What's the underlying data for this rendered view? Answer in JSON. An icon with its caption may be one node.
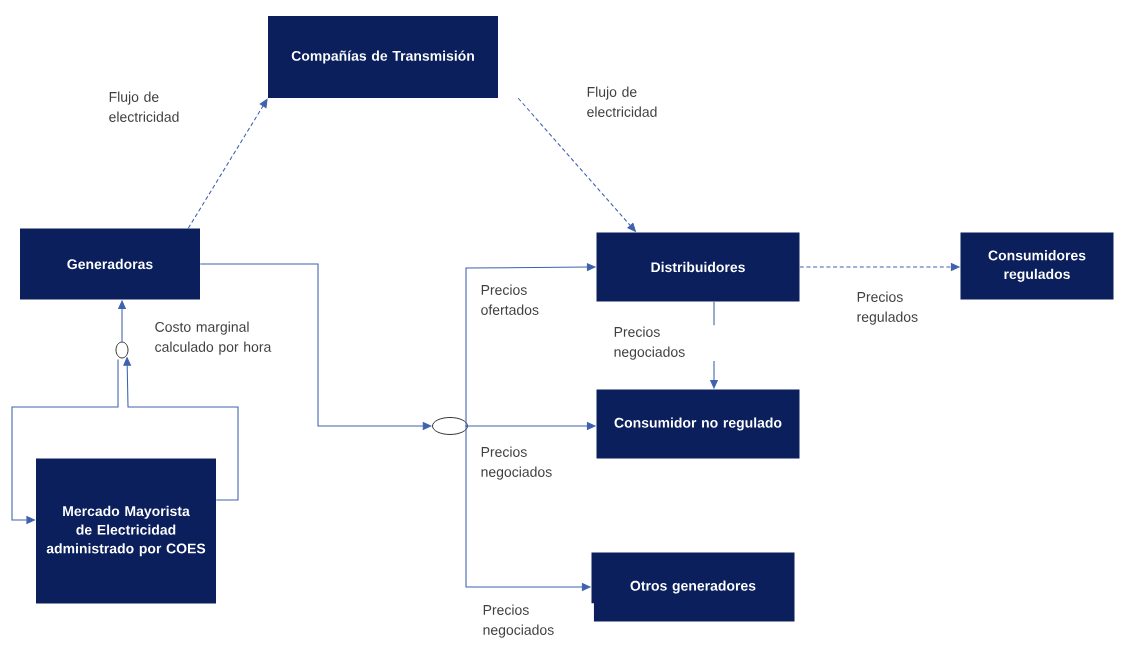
{
  "diagram": {
    "nodes": [
      {
        "text": [
          "Compañías de Transmisión"
        ]
      },
      {
        "text": [
          "Generadoras"
        ]
      },
      {
        "text": [
          "Distribuidores"
        ]
      },
      {
        "text": [
          "Consumidores regulados"
        ]
      },
      {
        "text": [
          "Mercado Mayorista de Electricidad administrado por COES"
        ]
      },
      {
        "text": [],
        "shape": "circle"
      },
      {
        "text": [],
        "shape": "circle"
      },
      {
        "text": [
          "Consumidor no regulado"
        ]
      },
      {
        "text": [
          "Otros generadores"
        ]
      }
    ],
    "edges": [
      {
        "from": 1,
        "to": 0,
        "arrow": "to",
        "style": "dashed",
        "label": "Flujo de electricidad"
      },
      {
        "from": 0,
        "to": 2,
        "arrow": "to",
        "style": "dashed",
        "label": "Flujo de electricidad"
      },
      {
        "from": 2,
        "to": 3,
        "arrow": "to",
        "style": "dashed",
        "label": "Precios regulados"
      },
      {
        "from": 2,
        "to": 7,
        "arrow": "to",
        "label": "Precios negociados"
      },
      {
        "from": 1,
        "to": 6,
        "arrow": "to"
      },
      {
        "from": 6,
        "to": 2,
        "arrow": "to",
        "label": "Precios ofertados"
      },
      {
        "from": 6,
        "to": 7,
        "arrow": "to",
        "label": "Precios negociados"
      },
      {
        "from": 6,
        "to": 8,
        "arrow": "to",
        "label": "Precios negociados"
      },
      {
        "from": 5,
        "to": 1,
        "arrow": "to",
        "label": "Costo marginal calculado por hora"
      },
      {
        "from": 5,
        "to": 4,
        "arrow": "to"
      },
      {
        "from": 4,
        "to": 5,
        "arrow": "to"
      }
    ]
  }
}
